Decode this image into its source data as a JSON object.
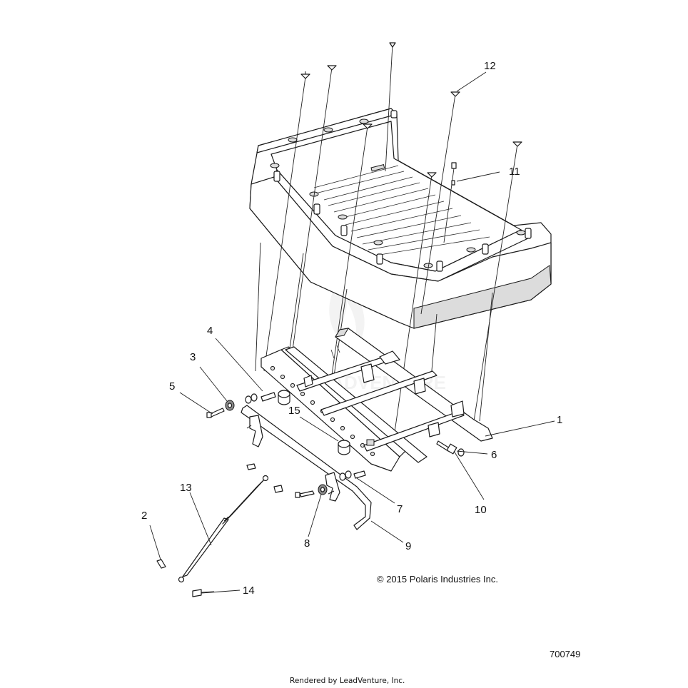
{
  "callouts": [
    {
      "id": "1",
      "text": "1"
    },
    {
      "id": "2",
      "text": "2"
    },
    {
      "id": "3",
      "text": "3"
    },
    {
      "id": "4",
      "text": "4"
    },
    {
      "id": "5",
      "text": "5"
    },
    {
      "id": "6",
      "text": "6"
    },
    {
      "id": "7",
      "text": "7"
    },
    {
      "id": "8",
      "text": "8"
    },
    {
      "id": "9",
      "text": "9"
    },
    {
      "id": "10",
      "text": "10"
    },
    {
      "id": "11",
      "text": "11"
    },
    {
      "id": "12",
      "text": "12"
    },
    {
      "id": "13",
      "text": "13"
    },
    {
      "id": "14",
      "text": "14"
    },
    {
      "id": "15",
      "text": "15"
    }
  ],
  "copyright": "© 2015 Polaris Industries Inc.",
  "diagram_number": "700749",
  "footer": "Rendered by LeadVenture, Inc.",
  "watermark": "LEADVENTURE"
}
